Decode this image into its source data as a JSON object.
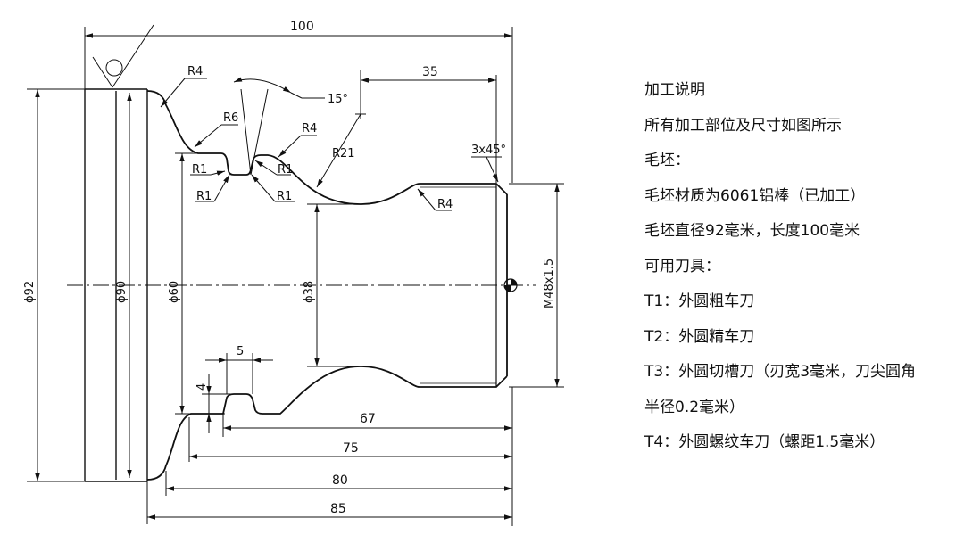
{
  "dimensions": {
    "overall_length": "100",
    "len_35": "35",
    "angle_15": "15°",
    "chamfer": "3x45°",
    "r4_top": "R4",
    "r6": "R6",
    "r4_groove": "R4",
    "r21": "R21",
    "r1_a": "R1",
    "r1_b": "R1",
    "r1_c": "R1",
    "r1_d": "R1",
    "r4_thread": "R4",
    "dia_92": "ϕ92",
    "dia_90": "ϕ90",
    "dia_60": "ϕ60",
    "dia_38": "ϕ38",
    "thread": "M48x1.5",
    "groove_width": "5",
    "groove_depth": "4",
    "len_67": "67",
    "len_75": "75",
    "len_80": "80",
    "len_85": "85"
  },
  "notes": {
    "title": "加工说明",
    "lines": [
      "所有加工部位及尺寸如图所示",
      "毛坯：",
      "毛坯材质为6061铝棒（已加工）",
      "毛坯直径92毫米，长度100毫米",
      "可用刀具：",
      "T1：外圆粗车刀",
      "T2：外圆精车刀",
      "T3：外圆切槽刀（刃宽3毫米，刀尖圆角",
      "半径0.2毫米）",
      "T4：外圆螺纹车刀（螺距1.5毫米）"
    ]
  }
}
